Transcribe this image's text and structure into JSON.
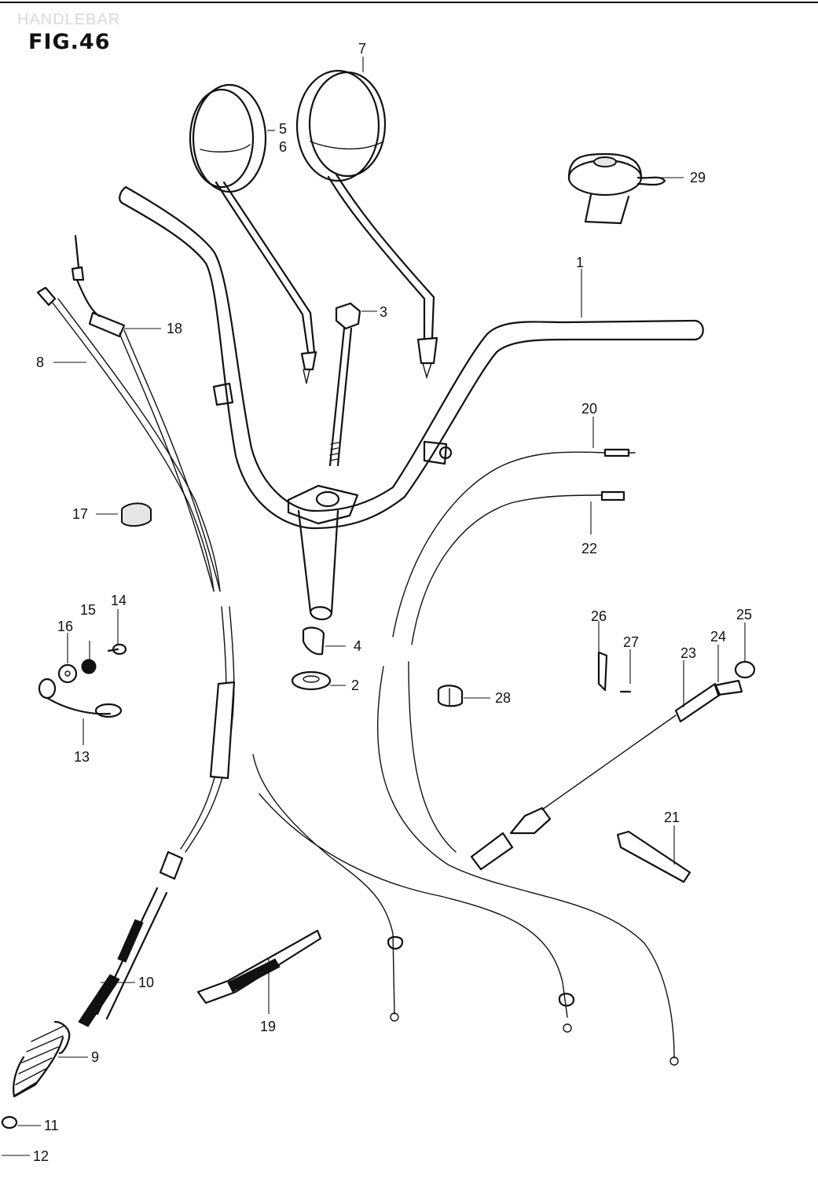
{
  "header": {
    "watermark": "HANDLEBAR",
    "figure_label": "FIG.46"
  },
  "callouts": {
    "p1": "1",
    "p2": "2",
    "p3": "3",
    "p4": "4",
    "p5": "5",
    "p6": "6",
    "p7": "7",
    "p8": "8",
    "p9": "9",
    "p10": "10",
    "p11": "11",
    "p12": "12",
    "p13": "13",
    "p14": "14",
    "p15": "15",
    "p16": "16",
    "p17": "17",
    "p18": "18",
    "p19": "19",
    "p20": "20",
    "p21": "21",
    "p22": "22",
    "p23": "23",
    "p24": "24",
    "p25": "25",
    "p26": "26",
    "p27": "27",
    "p28": "28",
    "p29": "29"
  }
}
